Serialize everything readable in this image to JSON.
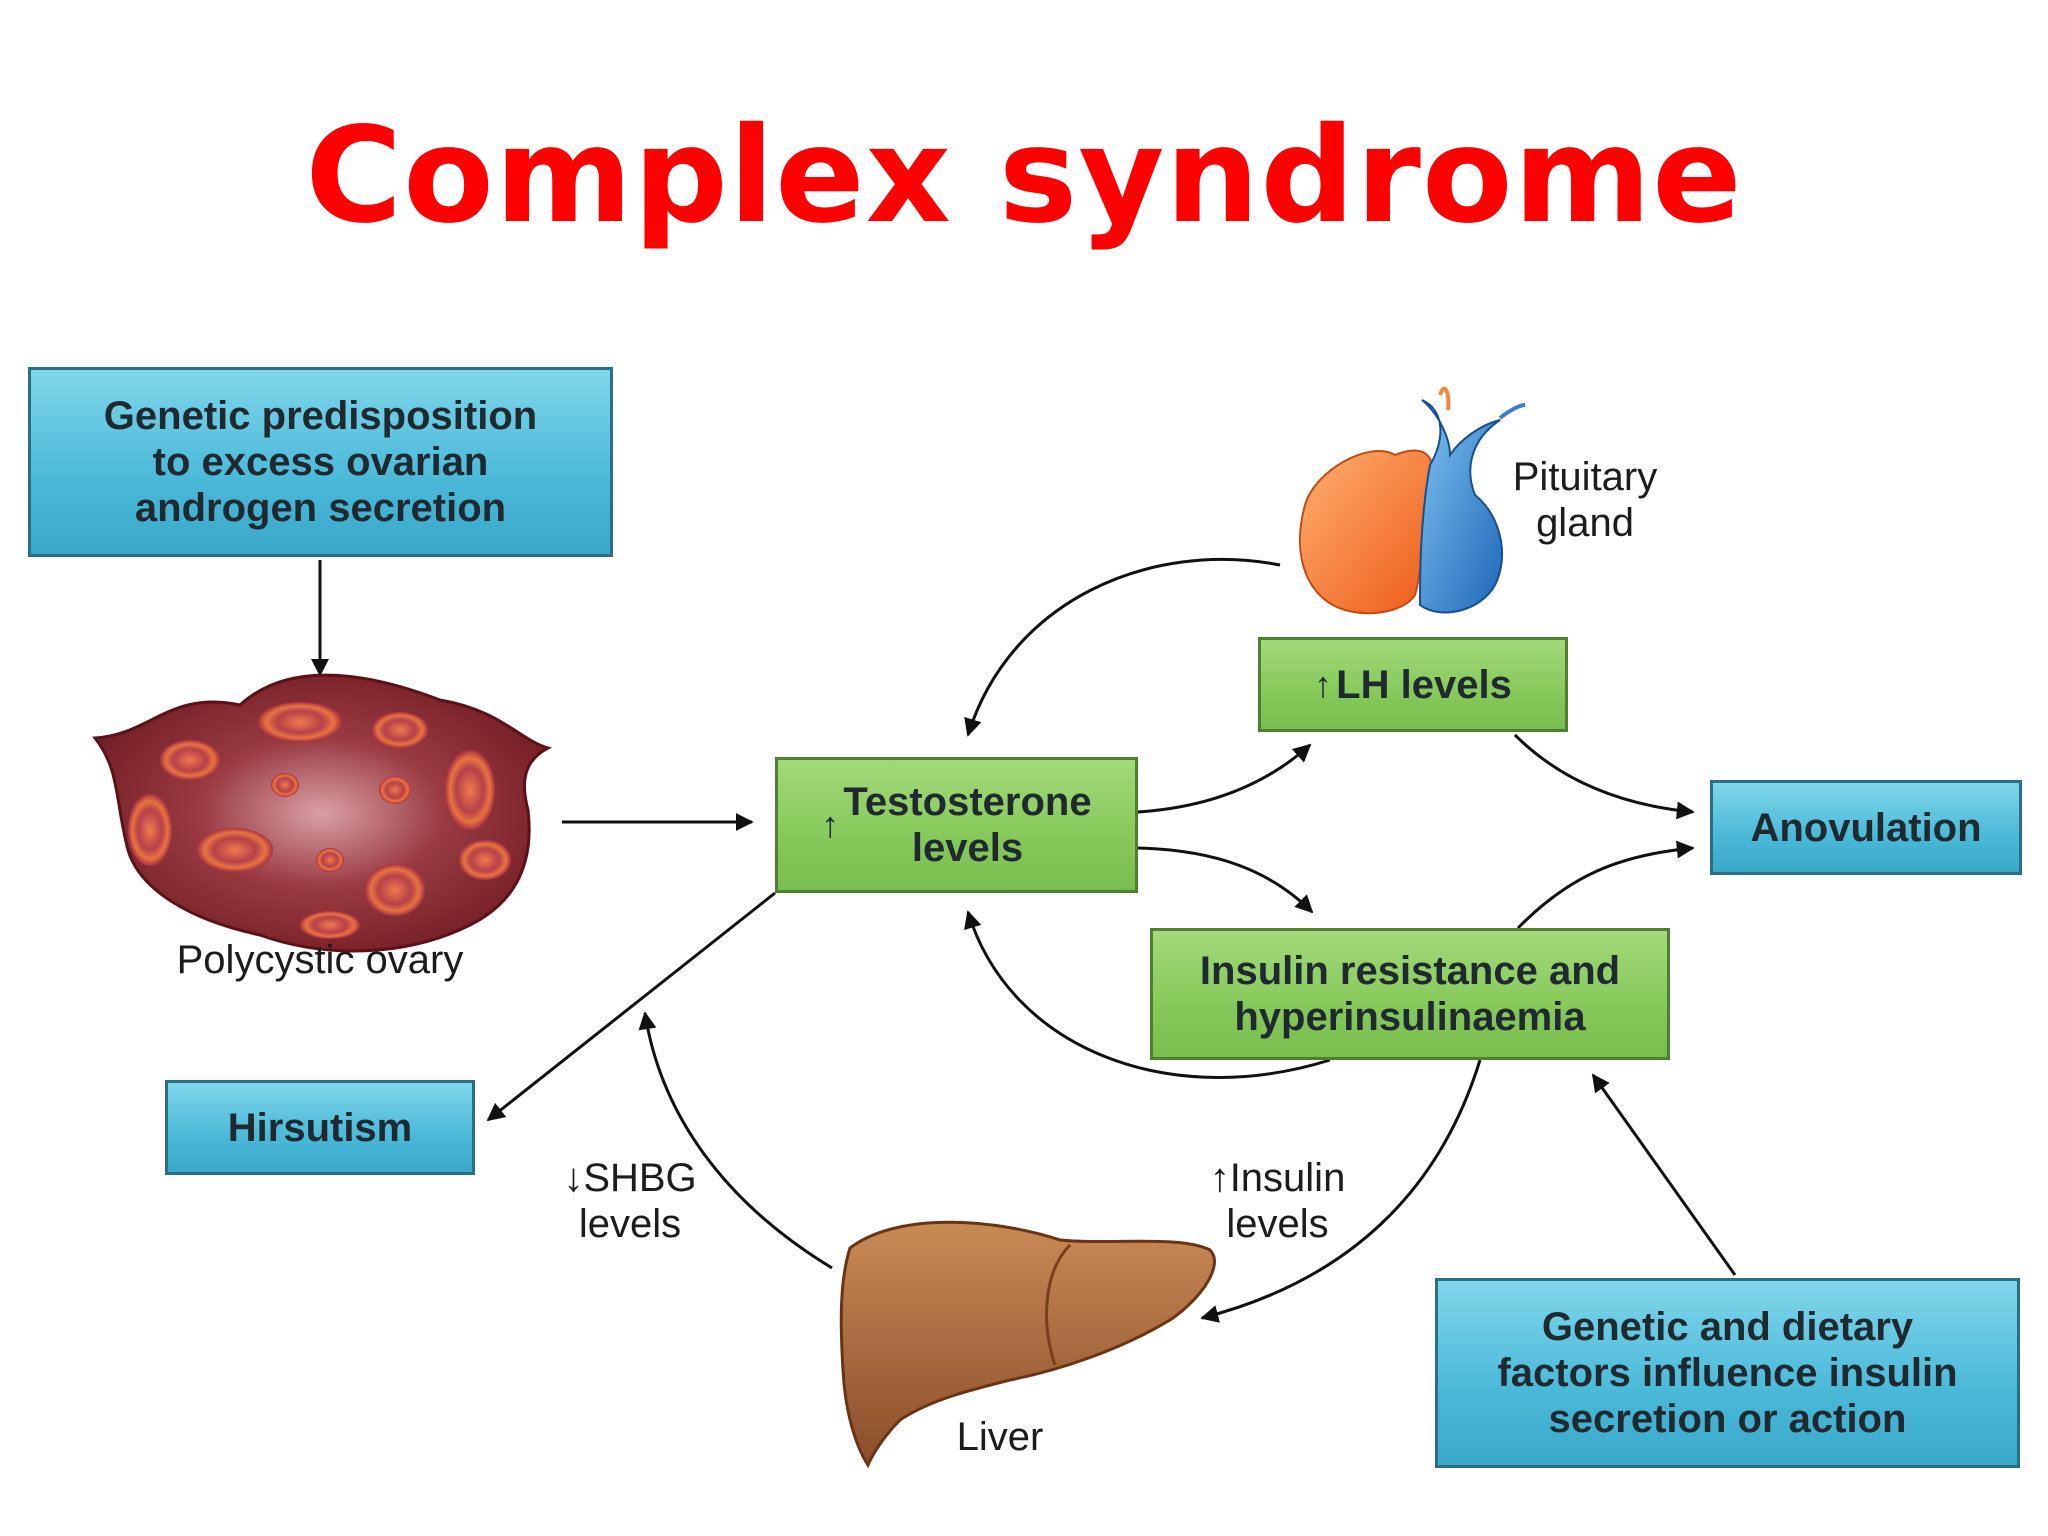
{
  "title": "Complex syndrome",
  "nodes": {
    "genetic_predisposition": "Genetic predisposition\nto excess ovarian\nandrogen secretion",
    "polycystic_ovary": "Polycystic ovary",
    "testosterone": "Testosterone\nlevels",
    "lh_levels": "LH levels",
    "pituitary_gland": "Pituitary\ngland",
    "anovulation": "Anovulation",
    "insulin_resistance": "Insulin resistance and\nhyperinsulinaemia",
    "hirsutism": "Hirsutism",
    "shbg_levels": "SHBG\nlevels",
    "insulin_levels": "Insulin\nlevels",
    "liver": "Liver",
    "genetic_dietary": "Genetic and dietary\nfactors influence insulin\nsecretion or action"
  },
  "colors": {
    "title": "#ff0000",
    "blue_box": "#4ab9d8",
    "green_box": "#86c95a"
  }
}
